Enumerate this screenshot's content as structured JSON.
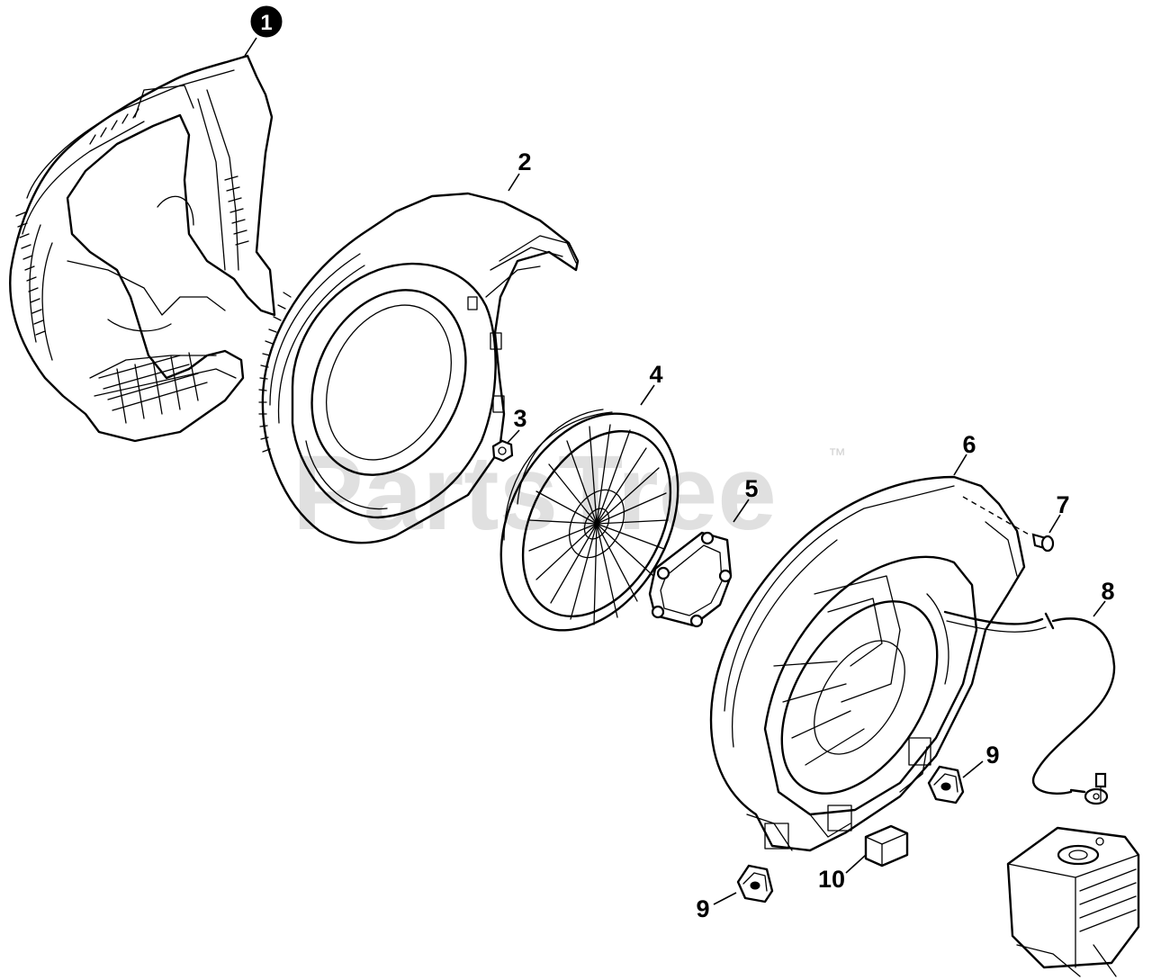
{
  "watermark": {
    "text": "PartsTree",
    "trademark": "™"
  },
  "callouts": {
    "c1": "1",
    "c2": "2",
    "c3": "3",
    "c4": "4",
    "c5": "5",
    "c6": "6",
    "c7": "7",
    "c8": "8",
    "c9a": "9",
    "c9b": "9",
    "c10": "10"
  }
}
